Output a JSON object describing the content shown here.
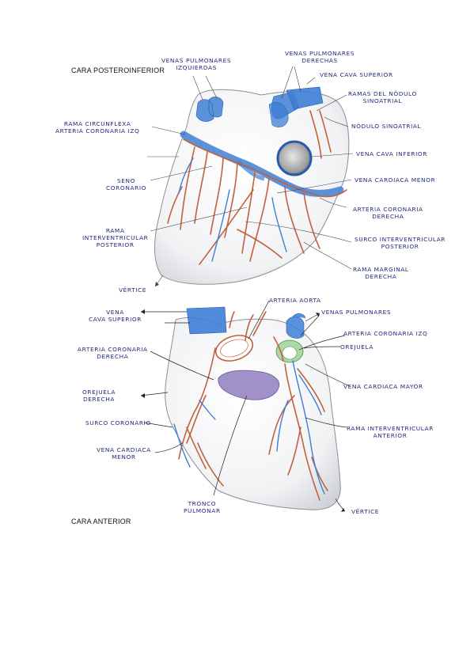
{
  "colors": {
    "vein": "#3d7fd6",
    "artery": "#c2603f",
    "pulmonary_trunk": "#8f7fc0",
    "aorta_cut": "#9fd79a",
    "ink": "#1f2a78"
  },
  "posterior": {
    "title": "CARA POSTEROINFERIOR",
    "labels": {
      "venas_pulm_izq": "Venas pulmonares\nizquierdas",
      "venas_pulm_der": "Venas pulmonares\nderechas",
      "vena_cava_sup": "Vena cava superior",
      "ramas_nodulo": "Ramas del nódulo\nsinoatrial",
      "nodulo": "Nódulo sinoatrial",
      "vena_cava_inf": "Vena cava inferior",
      "rama_circunfleja": "Rama circunflexa\narteria coronaria izq",
      "seno_coronario": "Seno\ncoronario",
      "vena_cardiaca_menor": "Vena cardiaca menor",
      "arteria_coronaria_der": "Arteria coronaria\nderecha",
      "rama_interventricular": "Rama\ninterventricular\nposterior",
      "surco_interventricular": "Surco interventricular\nposterior",
      "rama_marginal": "Rama marginal\nderecha",
      "vertice": "Vértice"
    }
  },
  "anterior": {
    "title": "CARA ANTERIOR",
    "labels": {
      "arteria_aorta": "Arteria aorta",
      "vena_cava_sup": "Vena\ncava superior",
      "venas_pulm": "Venas pulmonares",
      "arteria_coronaria_izq": "Arteria coronaria izq",
      "orejuela": "Orejuela",
      "arteria_coronaria_der": "Arteria coronaria\nderecha",
      "vena_cardiaca_mayor": "Vena cardiaca mayor",
      "orejuela_der": "Orejuela\nderecha",
      "surco_coronario": "Surco coronario",
      "rama_interventricular_ant": "Rama interventricular\nanterior",
      "vena_cardiaca_menor": "Vena cardiaca\nmenor",
      "tronco_pulmonar": "Tronco\npulmonar",
      "vertice": "Vértice"
    }
  }
}
